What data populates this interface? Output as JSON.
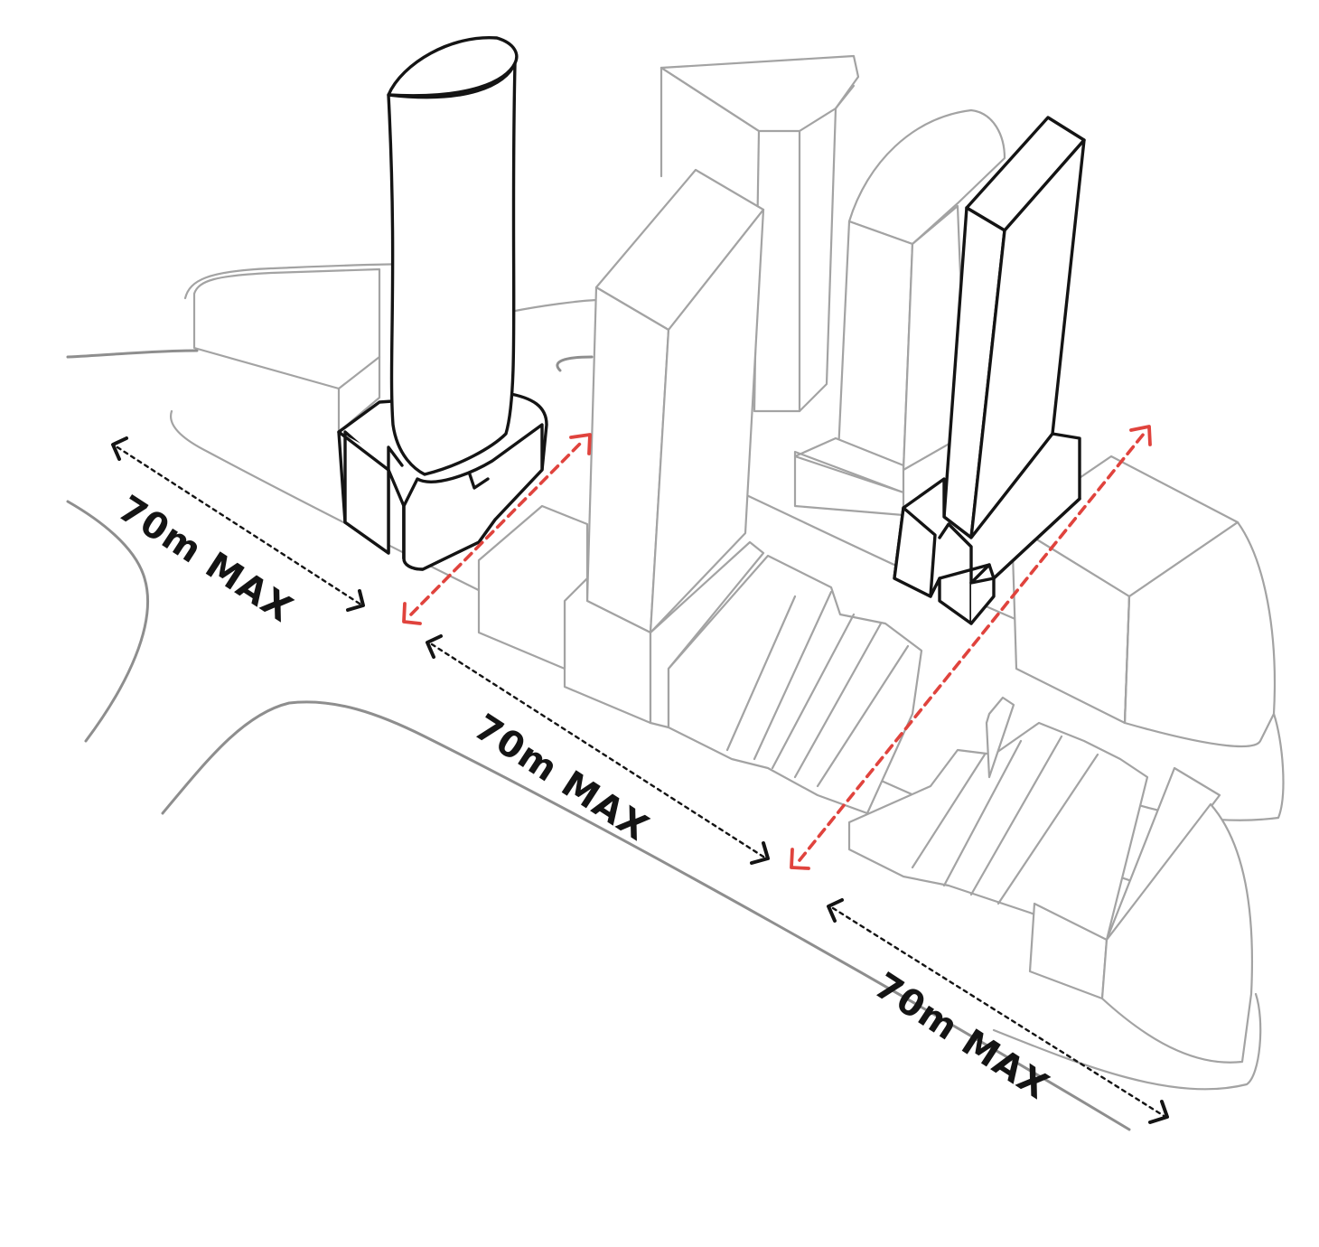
{
  "labels": {
    "dim_1": "70m MAX",
    "dim_2": "70m MAX",
    "dim_3": "70m MAX"
  },
  "colors": {
    "context_stroke": "#a3a3a3",
    "road_stroke": "#8e8e8e",
    "highlight_stroke": "#141414",
    "separation_arrow": "#e0433d",
    "background": "#ffffff"
  },
  "icons": {
    "dimension_arrow": "dashed-double-headed-arrow-icon",
    "separation_arrow": "red-dashed-double-headed-arrow-icon"
  }
}
